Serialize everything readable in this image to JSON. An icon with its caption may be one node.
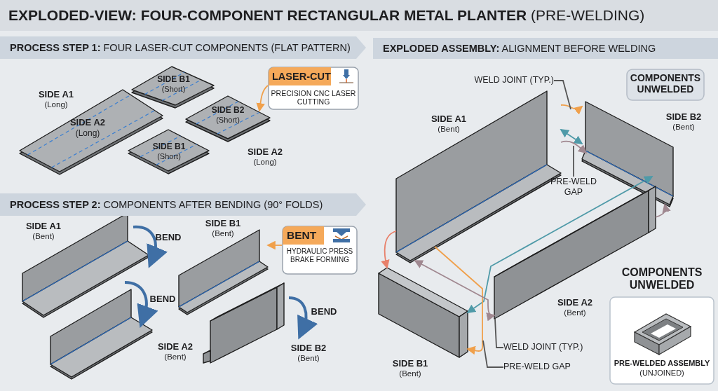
{
  "diagram": {
    "title": "**EXPLODED-VIEW: FOUR-COMPONENT RECTANGULAR METAL PLANTER** (PRE-WELDING)",
    "nodes": [
      {
        "text": [
          "**PROCESS STEP 1:** FOUR LASER-CUT COMPONENTS (FLAT PATTERN)"
        ]
      },
      {
        "text": [
          "**EXPLODED ASSEMBLY:** ALIGNMENT BEFORE WELDING"
        ]
      },
      {
        "text": [
          "SIDE A2",
          "(Long)"
        ]
      },
      {
        "text": [
          "SIDE B1",
          "(Short)"
        ]
      },
      {
        "text": [
          "LASER-CUT",
          "PRECISION CNC LASER CUTTING"
        ]
      },
      {
        "text": [
          "SIDE B2",
          "(Short)"
        ]
      },
      {
        "text": [
          "SIDE B1",
          "(Short)"
        ]
      },
      {
        "text": [
          "**PROCESS STEP 2:** COMPONENTS AFTER BENDING (90° FOLDS)"
        ]
      },
      {
        "text": [],
        "shape": "picture",
        "beside": [
          "SIDE B1",
          "(Bent)"
        ]
      },
      {
        "text": [
          "BENT",
          "HYDRAULIC PRESS BRAKE FORMING"
        ]
      },
      {
        "text": [
          "WELD JOINT (TYP.)"
        ]
      },
      {
        "text": [
          "COMPONENTS UNWELDED"
        ]
      },
      {
        "text": [],
        "shape": "picture",
        "beside": [
          "SIDE A1",
          "(Bent)"
        ]
      },
      {
        "text": [],
        "shape": "picture",
        "beside": [
          "SIDE B2",
          "(Bent)"
        ]
      },
      {
        "text": [
          "PRE-WELD GAP"
        ]
      },
      {
        "text": [],
        "shape": "picture",
        "beside": [
          "SIDE B1",
          "(Bent)"
        ]
      },
      {
        "text": [],
        "shape": "picture",
        "beside": [
          "SIDE A2",
          "(Bent)"
        ]
      },
      {
        "text": [
          "WELD JOINT (TYP.)"
        ]
      },
      {
        "text": [
          "PRE-WELD GAP"
        ]
      },
      {
        "text": [
          "COMPONENTS UNWELDED",
          "PRE-WELDED ASSEMBLY",
          "(UNJOINED)"
        ]
      }
    ],
    "edges": [
      {
        "from": 4,
        "to": 5,
        "arrow": "to",
        "color": "#f0a04b"
      },
      {
        "from": 9,
        "to": 8,
        "arrow": "to",
        "color": "#f0a04b"
      },
      {
        "from": 12,
        "to": 13,
        "arrow": "to",
        "color": "#f0a04b"
      },
      {
        "from": 12,
        "to": 13,
        "arrow": "both",
        "color": "#4f9aa8"
      },
      {
        "from": 12,
        "to": 13,
        "arrow": "to",
        "color": "#a08890"
      },
      {
        "from": 15,
        "to": 13,
        "arrow": "both",
        "color": "#4f9aa8"
      },
      {
        "from": 12,
        "to": 15,
        "arrow": "to",
        "color": "#e8806a"
      },
      {
        "from": 12,
        "to": 15,
        "arrow": "to",
        "color": "#f0a04b"
      },
      {
        "from": 16,
        "to": 12,
        "arrow": "both",
        "color": "#a08890"
      },
      {
        "from": 16,
        "to": 13,
        "arrow": "to",
        "color": "#a08890"
      },
      {
        "from": 10,
        "to": null,
        "arrow": "none",
        "color": "#555555"
      },
      {
        "from": 14,
        "to": null,
        "arrow": "none",
        "color": "#555555"
      },
      {
        "from": 17,
        "to": 16,
        "arrow": "none",
        "color": "#555555"
      },
      {
        "from": 18,
        "to": null,
        "arrow": "none",
        "color": "#555555"
      }
    ],
    "labels": [
      "SIDE A1",
      "(Long)",
      "SIDE A2",
      "(Long)",
      "SIDE A1",
      "(Bent)",
      "BEND",
      "BEND",
      "SIDE A2",
      "(Bent)",
      "BEND",
      "SIDE B2",
      "(Bent)"
    ]
  }
}
